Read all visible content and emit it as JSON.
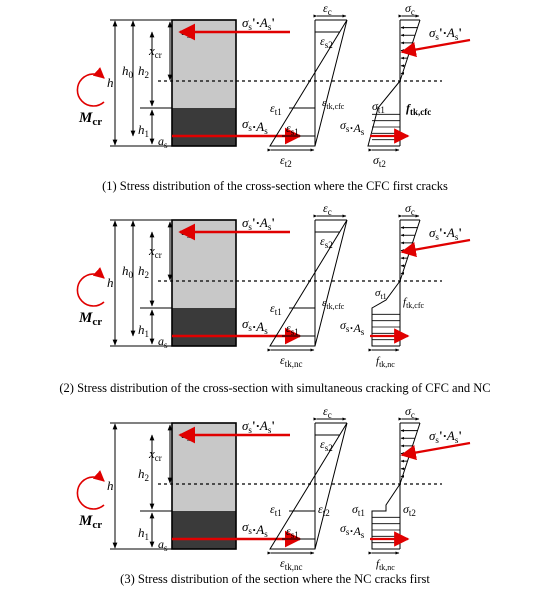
{
  "colors": {
    "section_top": "#c8c8c8",
    "section_bottom": "#3a3a3a",
    "force_arrow": "#e00000",
    "moment_arrow": "#e00000",
    "line": "#000000"
  },
  "icons": [
    "moment-arrow-icon",
    "force-arrow-icon"
  ],
  "panels": [
    {
      "caption": "(1) Stress distribution of the cross-section where the CFC first cracks",
      "dims": {
        "as_top": "a",
        "as_top_sub": "s",
        "x_cr": "x",
        "x_cr_sub": "cr",
        "h0": "h",
        "h0_sub": "0",
        "h2": "h",
        "h2_sub": "2",
        "h": "h",
        "h1": "h",
        "h1_sub": "1",
        "as_bottom": "a",
        "as_bottom_sub": "s"
      },
      "moment": {
        "main": "M",
        "sub": "cr"
      },
      "forces": {
        "top": {
          "sigma": "σ",
          "s": "s",
          "prime1": "'",
          "dot": "·",
          "A": "A",
          "s2": "s",
          "prime2": "'"
        },
        "bottom": {
          "sigma": "σ",
          "s": "s",
          "dot": "·",
          "A": "A",
          "s2": "s"
        }
      },
      "strain": {
        "top": "ε",
        "top_sub": "c",
        "upper": "ε",
        "upper_sub": "s2",
        "t1": "ε",
        "t1_sub": "t1",
        "mid": "ε",
        "mid_sub": "tk,cfc",
        "s1": "ε",
        "s1_sub": "s1",
        "bottom": "ε",
        "bottom_sub": "t2"
      },
      "stress": {
        "top": "σ",
        "top_sub": "c",
        "t1": "σ",
        "t1_sub": "t1",
        "f": "f",
        "f_sub": "tk,cfc",
        "sAs_sigma": "σ",
        "sAs_s": "s",
        "sAs_dot": "·",
        "sAs_A": "A",
        "sAs_s2": "s",
        "bottom": "σ",
        "bottom_sub": "t2"
      }
    },
    {
      "caption": "(2) Stress distribution of the cross-section with simultaneous cracking of CFC and NC",
      "dims": {
        "as_top": "a",
        "as_top_sub": "s",
        "x_cr": "x",
        "x_cr_sub": "cr",
        "h0": "h",
        "h0_sub": "0",
        "h2": "h",
        "h2_sub": "2",
        "h": "h",
        "h1": "h",
        "h1_sub": "1",
        "as_bottom": "a",
        "as_bottom_sub": "s"
      },
      "moment": {
        "main": "M",
        "sub": "cr"
      },
      "forces": {
        "top": {
          "sigma": "σ",
          "s": "s",
          "prime1": "'",
          "dot": "·",
          "A": "A",
          "s2": "s",
          "prime2": "'"
        },
        "bottom": {
          "sigma": "σ",
          "s": "s",
          "dot": "·",
          "A": "A",
          "s2": "s"
        }
      },
      "strain": {
        "top": "ε",
        "top_sub": "c",
        "upper": "ε",
        "upper_sub": "s2",
        "t1": "ε",
        "t1_sub": "t1",
        "mid": "ε",
        "mid_sub": "tk,cfc",
        "s1": "ε",
        "s1_sub": "s1",
        "bottom": "ε",
        "bottom_sub": "tk,nc"
      },
      "stress": {
        "top": "σ",
        "top_sub": "c",
        "t1": "σ",
        "t1_sub": "t1",
        "f": "f",
        "f_sub": "tk,cfc",
        "sAs_sigma": "σ",
        "sAs_s": "s",
        "sAs_dot": "·",
        "sAs_A": "A",
        "sAs_s2": "s",
        "bottom": "f",
        "bottom_sub": "tk,nc"
      }
    },
    {
      "caption": "(3) Stress distribution of the section where the NC cracks first",
      "dims": {
        "as_top": "a",
        "as_top_sub": "s",
        "x_cr": "x",
        "x_cr_sub": "cr",
        "h2": "h",
        "h2_sub": "2",
        "h": "h",
        "h1": "h",
        "h1_sub": "1",
        "as_bottom": "a",
        "as_bottom_sub": "s"
      },
      "moment": {
        "main": "M",
        "sub": "cr"
      },
      "forces": {
        "top": {
          "sigma": "σ",
          "s": "s",
          "prime1": "'",
          "dot": "·",
          "A": "A",
          "s2": "s",
          "prime2": "'"
        },
        "bottom": {
          "sigma": "σ",
          "s": "s",
          "dot": "·",
          "A": "A",
          "s2": "s"
        }
      },
      "strain": {
        "top": "ε",
        "top_sub": "c",
        "upper": "ε",
        "upper_sub": "s2",
        "t1": "ε",
        "t1_sub": "t1",
        "t2": "ε",
        "t2_sub": "t2",
        "s1": "ε",
        "s1_sub": "s1",
        "bottom": "ε",
        "bottom_sub": "tk,nc"
      },
      "stress": {
        "top": "σ",
        "top_sub": "c",
        "t1": "σ",
        "t1_sub": "t1",
        "t2": "σ",
        "t2_sub": "t2",
        "sAs_sigma": "σ",
        "sAs_s": "s",
        "sAs_dot": "·",
        "sAs_A": "A",
        "sAs_s2": "s",
        "bottom": "f",
        "bottom_sub": "tk,nc"
      }
    }
  ]
}
